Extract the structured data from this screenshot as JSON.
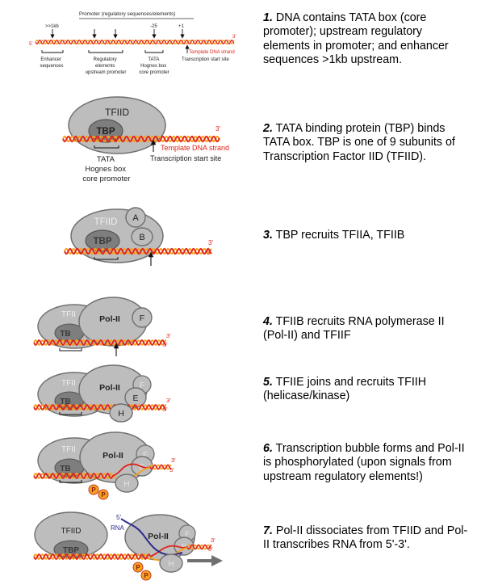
{
  "colors": {
    "strand_red": "#e0231a",
    "strand_orange": "#f5a21b",
    "protein_fill": "#bdbdbd",
    "protein_dark": "#7e7e7e",
    "protein_stroke": "#707070",
    "rna": "#2b2a8c",
    "phospho": "#f7a21b"
  },
  "labels": {
    "promoter_header": "Promoter (regulatory sequences/elements)",
    "gt1kb": ">>1kb",
    "minus25": "-25",
    "plus1": "+1",
    "five_prime": "5'",
    "three_prime": "3'",
    "enhancer": [
      "Enhancer",
      "sequences"
    ],
    "regulatory": [
      "Regulatory",
      "elements",
      "upstream promoter"
    ],
    "tata_small": [
      "TATA",
      "Hognes box",
      "core promoter"
    ],
    "template_small": "Template DNA strand",
    "tss_small": "Transcription start site",
    "tfiid": "TFIID",
    "tbp": "TBP",
    "tbp_short": "TB",
    "template_big": "Template DNA strand",
    "tss_big": "Transcription start site",
    "tata_big": [
      "TATA",
      "Hognes box",
      "core promoter"
    ],
    "tfii_short": "TFII",
    "a": "A",
    "b": "B",
    "pol2": "Pol-II",
    "f": "F",
    "e": "E",
    "h": "H",
    "p": "P",
    "rna": "RNA"
  },
  "steps": [
    {
      "num": "1.",
      "text": "DNA contains TATA box (core promoter); upstream regulatory elements in promoter; and enhancer sequences >1kb upstream."
    },
    {
      "num": "2.",
      "text": "TATA binding protein (TBP) binds TATA box. TBP is one of 9 subunits of Transcription Factor IID (TFIID)."
    },
    {
      "num": "3.",
      "text": "TBP recruits TFIIA, TFIIB"
    },
    {
      "num": "4.",
      "text": "TFIIB recruits RNA polymerase II (Pol-II) and TFIIF"
    },
    {
      "num": "5.",
      "text": "TFIIE joins and recruits TFIIH (helicase/kinase)"
    },
    {
      "num": "6.",
      "text": "Transcription bubble forms and Pol-II is phosphorylated (upon signals from upstream regulatory elements!)"
    },
    {
      "num": "7.",
      "text": "Pol-II dissociates from TFIID and Pol-II transcribes RNA from 5'-3'."
    }
  ]
}
